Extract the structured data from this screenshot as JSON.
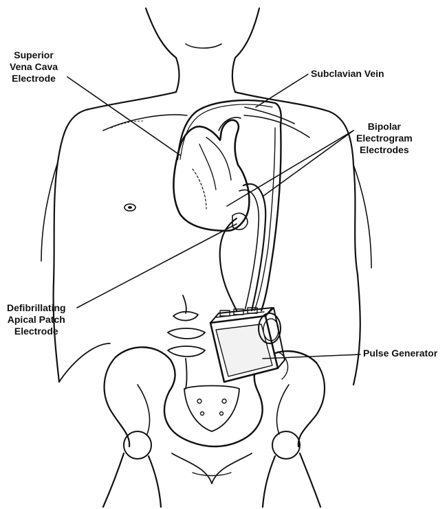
{
  "labels": {
    "superior_vena_cava": [
      "Superior",
      "Vena Cava",
      "Electrode"
    ],
    "subclavian_vein": [
      "Subclavian Vein"
    ],
    "bipolar": [
      "Bipolar",
      "Electrogram",
      "Electrodes"
    ],
    "defibrillating": [
      "Defibrillating",
      "Apical Patch",
      "Electrode"
    ],
    "pulse_generator": [
      "Pulse Generator"
    ]
  },
  "colors": {
    "ink": "#111111",
    "paper": "#ffffff",
    "device_shade": "#cfcfcf"
  }
}
